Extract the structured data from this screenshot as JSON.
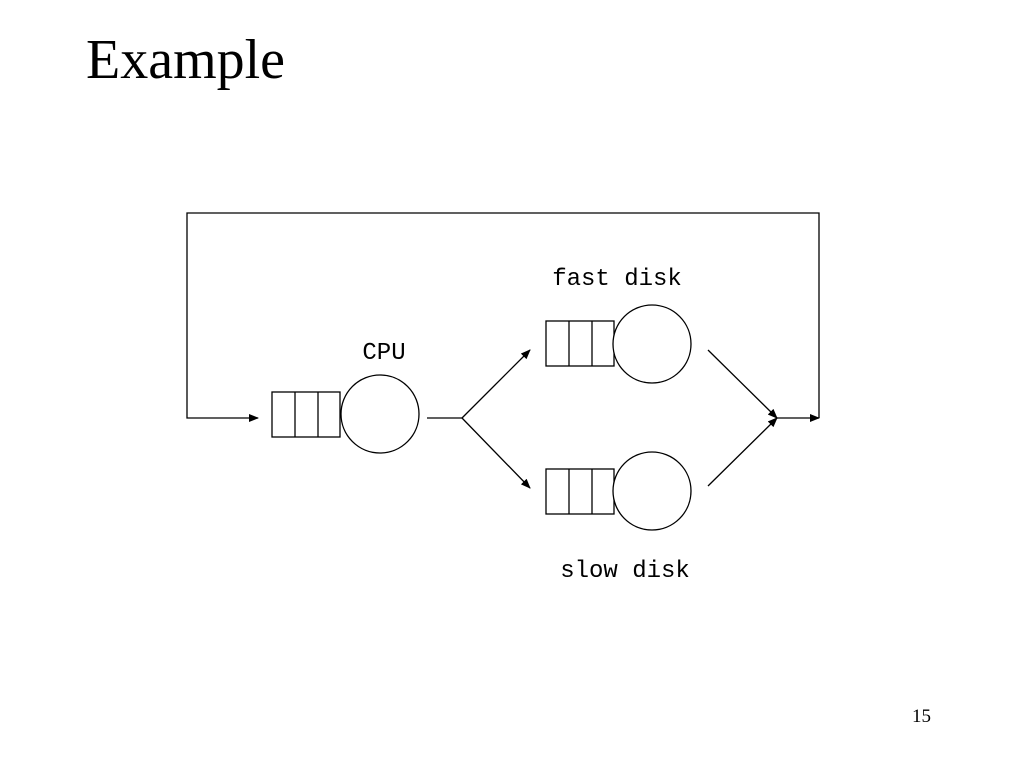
{
  "slide": {
    "title": "Example",
    "page_number": "15"
  },
  "diagram": {
    "nodes": {
      "cpu": {
        "label": "CPU"
      },
      "fast_disk": {
        "label": "fast disk"
      },
      "slow_disk": {
        "label": "slow disk"
      }
    },
    "colors": {
      "stroke": "#000000",
      "background": "#ffffff"
    }
  }
}
